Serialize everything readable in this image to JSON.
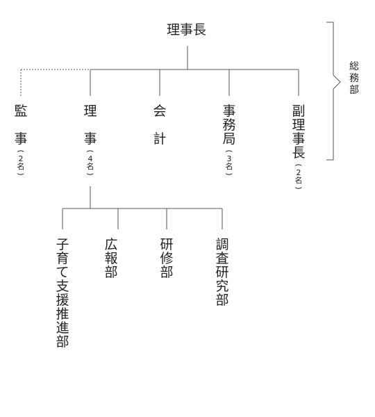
{
  "top": "理事長",
  "group": "総務部",
  "level1": [
    {
      "id": "kanji",
      "lines": [
        "監",
        "事"
      ],
      "note": "(2名)"
    },
    {
      "id": "riji",
      "lines": [
        "理",
        "事"
      ],
      "note": "(4名)"
    },
    {
      "id": "kaikei",
      "lines": [
        "会",
        "計"
      ],
      "note": ""
    },
    {
      "id": "jimukyoku",
      "lines": [
        "事務局"
      ],
      "note": "(3名)"
    },
    {
      "id": "fukurijicho",
      "lines": [
        "副理事長"
      ],
      "note": "(2名)"
    }
  ],
  "level2": [
    {
      "id": "kosodate",
      "label": "子育て支援推進部"
    },
    {
      "id": "koho",
      "label": "広報部"
    },
    {
      "id": "kenshu",
      "label": "研修部"
    },
    {
      "id": "chosa",
      "label": "調査研究部"
    }
  ]
}
